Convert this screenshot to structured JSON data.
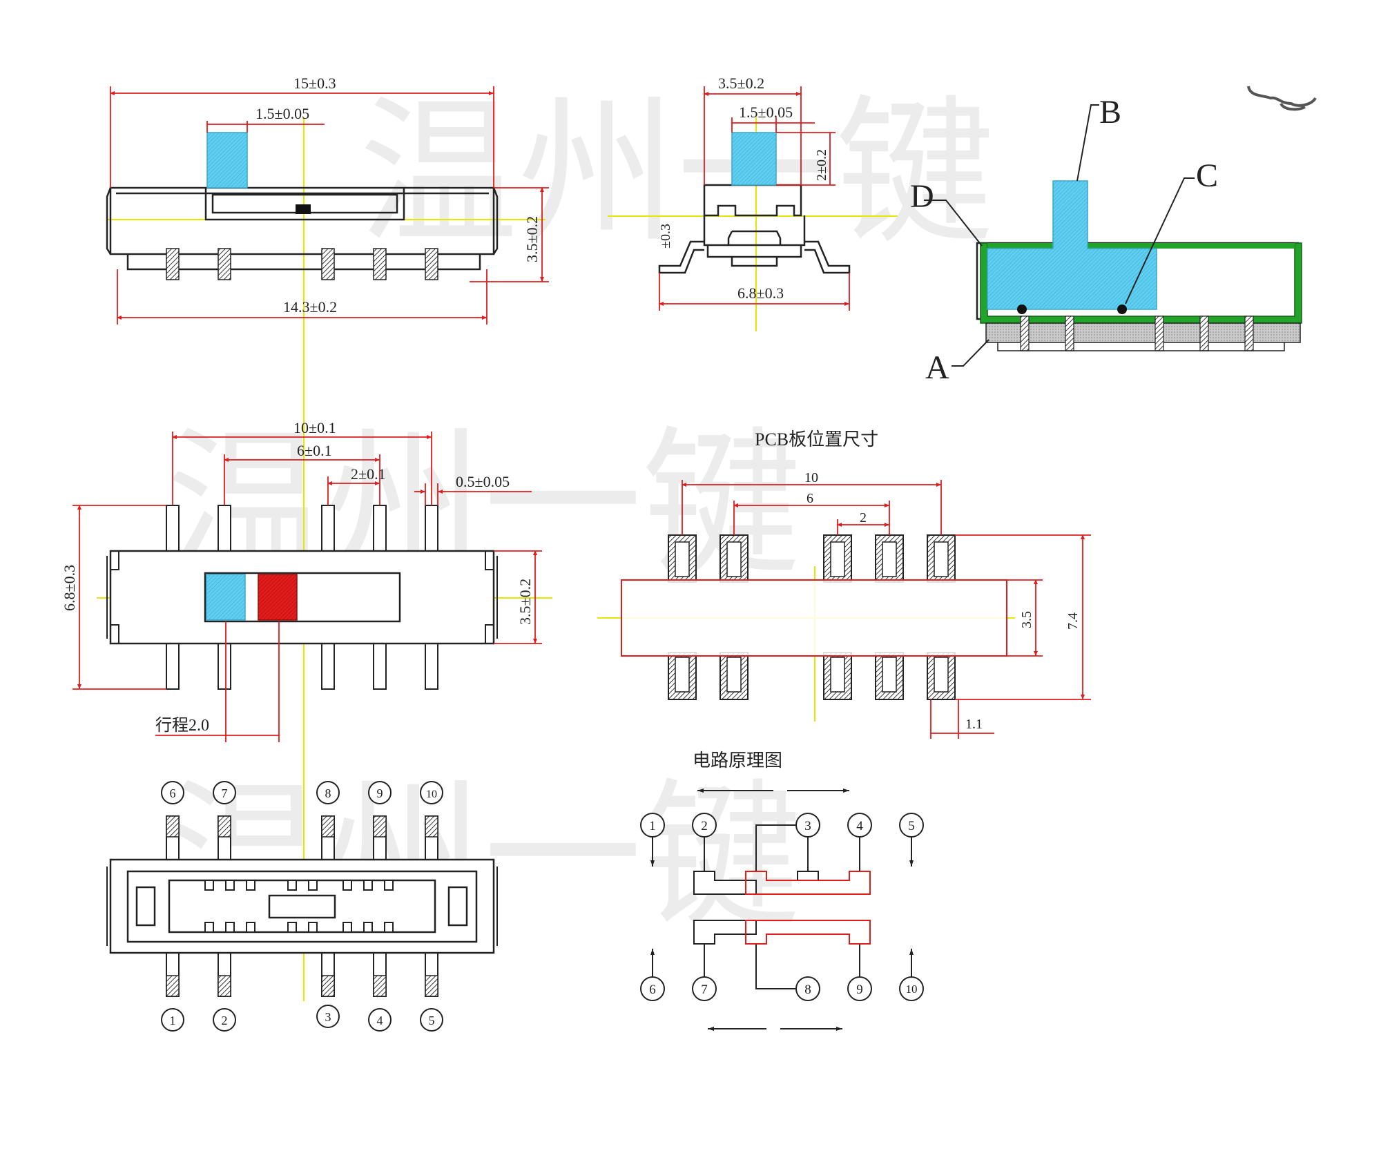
{
  "colors": {
    "dimension_line": "#e21b1b",
    "center_line": "#e6e600",
    "actuator_fill": "#5ecff0",
    "actuator_alt_fill": "#e21b1b",
    "housing_outline": "#222222",
    "frame_green": "#22a32a",
    "base_gray": "#bdbdbd"
  },
  "watermark": "温州一键",
  "views": {
    "front": {
      "dim_width": "15±0.3",
      "dim_actuator": "1.5±0.05",
      "dim_height": "3.5±0.2",
      "dim_base": "14.3±0.2"
    },
    "side": {
      "dim_top": "3.5±0.2",
      "dim_actuator": "1.5±0.05",
      "dim_actuator_height": "2±0.2",
      "dim_side_tol": "±0.3",
      "dim_bottom": "6.8±0.3"
    },
    "section": {
      "label_a": "A",
      "label_b": "B",
      "label_c": "C",
      "label_d": "D"
    },
    "top": {
      "dim_outer_pitch": "10±0.1",
      "dim_inner_pitch": "6±0.1",
      "dim_pitch": "2±0.1",
      "dim_pin_width": "0.5±0.05",
      "dim_overall": "6.8±0.3",
      "dim_body": "3.5±0.2",
      "travel": "行程2.0"
    },
    "pcb": {
      "title": "PCB板位置尺寸",
      "dim_10": "10",
      "dim_6": "6",
      "dim_2": "2",
      "dim_3_5": "3.5",
      "dim_7_4": "7.4",
      "dim_1_1": "1.1"
    },
    "bottom": {
      "pins_top": [
        "6",
        "7",
        "8",
        "9",
        "10"
      ],
      "pins_bottom": [
        "1",
        "2",
        "3",
        "4",
        "5"
      ]
    },
    "circuit": {
      "title": "电路原理图",
      "pins_top": [
        "1",
        "2",
        "3",
        "4",
        "5"
      ],
      "pins_bottom": [
        "6",
        "7",
        "8",
        "9",
        "10"
      ]
    }
  }
}
